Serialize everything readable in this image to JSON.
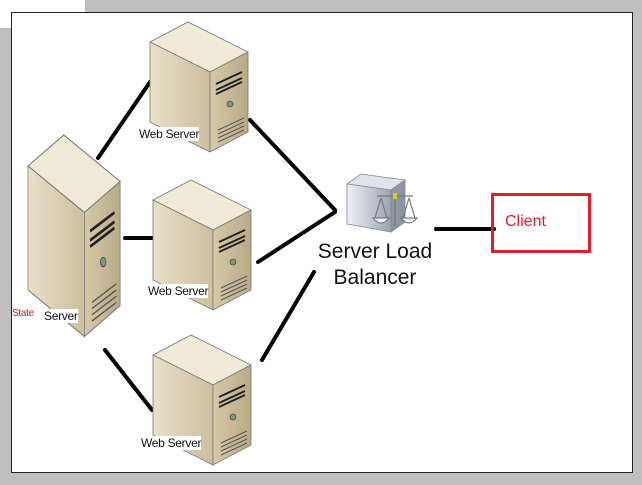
{
  "nodes": {
    "state_server": {
      "prefix": "State",
      "label": "Server"
    },
    "web_servers": [
      {
        "label": "Web Server"
      },
      {
        "label": "Web Server"
      },
      {
        "label": "Web Server"
      }
    ],
    "load_balancer": {
      "line1": "Server Load",
      "line2": "Balancer"
    },
    "client": {
      "label": "Client"
    }
  },
  "colors": {
    "client_border": "#e0202a",
    "state_prefix": "#c0202a",
    "server_body": "#d8ccb0",
    "background": "#bfbfbf"
  },
  "edges": [
    [
      "state_server",
      "web_server_1"
    ],
    [
      "state_server",
      "web_server_2"
    ],
    [
      "state_server",
      "web_server_3"
    ],
    [
      "web_server_1",
      "load_balancer"
    ],
    [
      "web_server_2",
      "load_balancer"
    ],
    [
      "web_server_3",
      "load_balancer"
    ],
    [
      "load_balancer",
      "client"
    ]
  ]
}
